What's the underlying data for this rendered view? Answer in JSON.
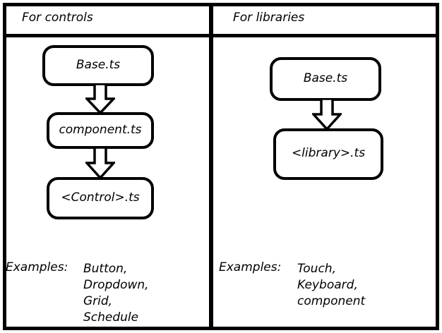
{
  "diagram": {
    "title_not_shown": "",
    "columns": [
      {
        "id": "controls",
        "header": "For controls",
        "nodes": [
          {
            "id": "ctrl-base",
            "label": "Base.ts"
          },
          {
            "id": "ctrl-component",
            "label": "component.ts"
          },
          {
            "id": "ctrl-control",
            "label": "<Control>.ts"
          }
        ],
        "arrows": [
          {
            "id": "ctrl-1",
            "from": "ctrl-base",
            "to": "ctrl-component",
            "style": "hollow-block-down"
          },
          {
            "id": "ctrl-2",
            "from": "ctrl-component",
            "to": "ctrl-control",
            "style": "hollow-block-down"
          }
        ],
        "examples_label": "Examples:",
        "examples": [
          "Button,",
          "Dropdown,",
          "Grid,",
          "Schedule"
        ]
      },
      {
        "id": "libraries",
        "header": "For libraries",
        "nodes": [
          {
            "id": "lib-base",
            "label": "Base.ts"
          },
          {
            "id": "lib-library",
            "label": "<library>.ts"
          }
        ],
        "arrows": [
          {
            "id": "lib-1",
            "from": "lib-base",
            "to": "lib-library",
            "style": "hollow-block-down"
          }
        ],
        "examples_label": "Examples:",
        "examples": [
          "Touch,",
          "Keyboard,",
          "component"
        ]
      }
    ],
    "colors": {
      "stroke": "#000000",
      "fill": "#ffffff",
      "text": "#000000"
    }
  }
}
